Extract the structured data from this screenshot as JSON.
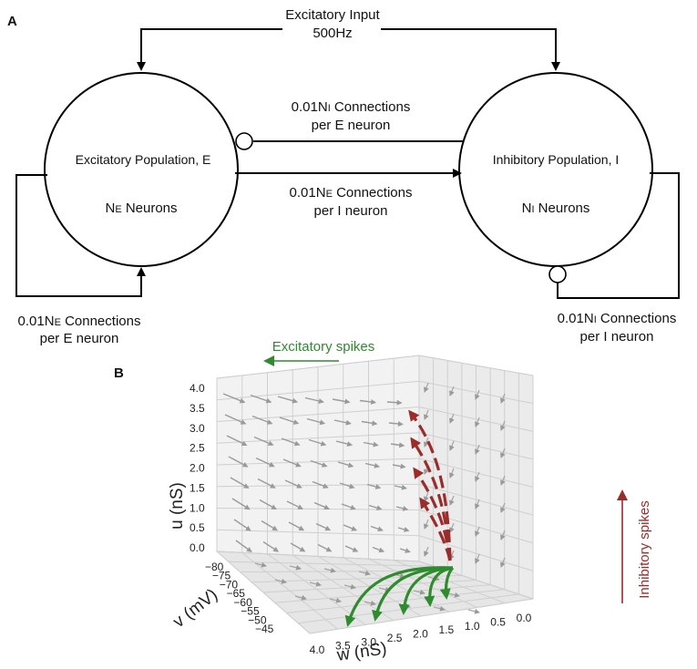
{
  "panel_a": {
    "label": "A",
    "input": {
      "line1": "Excitatory Input",
      "line2": "500Hz"
    },
    "exc_pop": {
      "name": "Excitatory Population, E",
      "count_prefix": "N",
      "count_sub": "E",
      "count_suffix": " Neurons"
    },
    "inh_pop": {
      "name": "Inhibitory Population, I",
      "count_prefix": "N",
      "count_sub": "I",
      "count_suffix": " Neurons"
    },
    "i_to_e": {
      "prefix": "0.01N",
      "sub": "I",
      "suffix": " Connections",
      "line2": "per E neuron"
    },
    "e_to_i": {
      "prefix": "0.01N",
      "sub": "E",
      "suffix": " Connections",
      "line2": "per I neuron"
    },
    "e_to_e": {
      "prefix": "0.01N",
      "sub": "E",
      "suffix": " Connections",
      "line2": "per E neuron"
    },
    "i_to_i": {
      "prefix": "0.01N",
      "sub": "I",
      "suffix": " Connections",
      "line2": "per I neuron"
    }
  },
  "panel_b": {
    "label": "B",
    "exc_spikes_label": "Excitatory spikes",
    "inh_spikes_label": "Inhibitory spikes",
    "exc_color": "#2e8b2e",
    "inh_color": "#9b2c2c",
    "u_axis": {
      "label": "u (nS)",
      "ticks": [
        "0.0",
        "0.5",
        "1.0",
        "1.5",
        "2.0",
        "2.5",
        "3.0",
        "3.5",
        "4.0"
      ]
    },
    "v_axis": {
      "label": "v (mV)",
      "ticks": [
        "-80",
        "-75",
        "-70",
        "-65",
        "-60",
        "-55",
        "-50",
        "-45"
      ]
    },
    "w_axis": {
      "label": "w (nS)",
      "ticks": [
        "4.0",
        "3.5",
        "3.0",
        "2.5",
        "2.0",
        "1.5",
        "1.0",
        "0.5",
        "0.0"
      ]
    }
  }
}
